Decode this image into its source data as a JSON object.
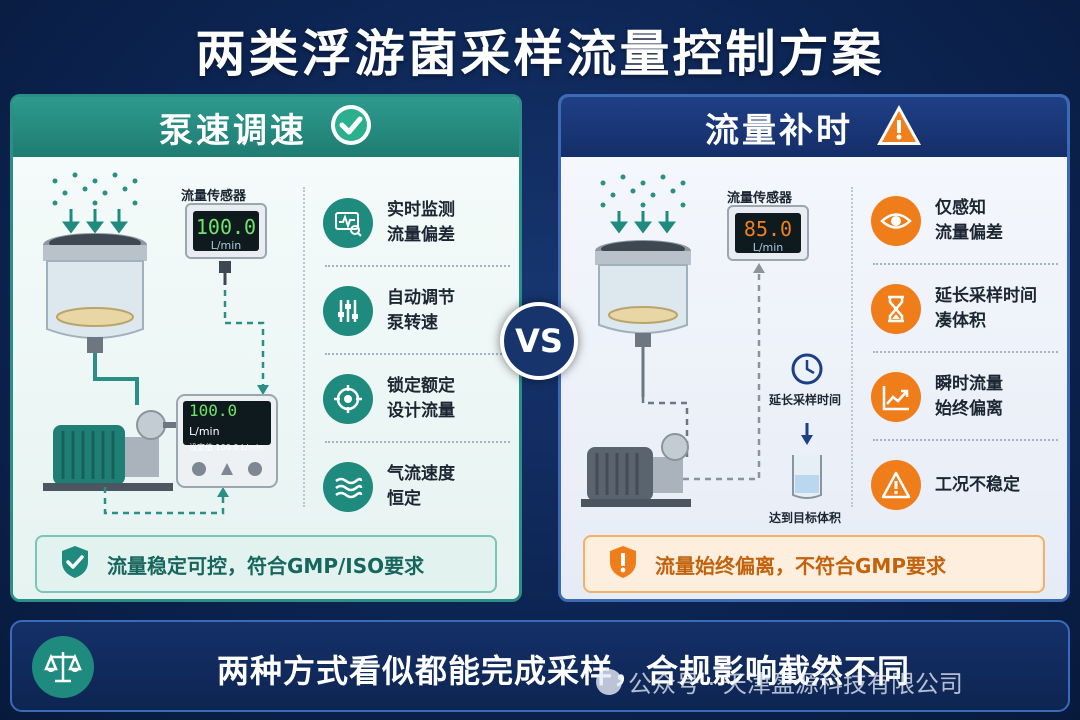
{
  "title": "两类浮游菌采样流量控制方案",
  "vs": "VS",
  "left": {
    "title": "泵速调速",
    "sensor_label": "流量传感器",
    "sensor_value": "100.0",
    "sensor_unit": "L/min",
    "controller_value": "100.0",
    "controller_unit": "L/min",
    "controller_setpoint_label": "设定值",
    "controller_setpoint_value": "100.0 L/min",
    "features": [
      {
        "icon": "monitor-chart-icon",
        "text": "实时监测\n流量偏差"
      },
      {
        "icon": "sliders-icon",
        "text": "自动调节\n泵转速"
      },
      {
        "icon": "crosshair-icon",
        "text": "锁定额定\n设计流量"
      },
      {
        "icon": "airflow-waves-icon",
        "text": "气流速度\n恒定"
      }
    ],
    "banner": "流量稳定可控，符合GMP/ISO要求",
    "accent": "#1f8a7e"
  },
  "right": {
    "title": "流量补时",
    "sensor_label": "流量传感器",
    "sensor_value": "85.0",
    "sensor_unit": "L/min",
    "time_note": "延长采样时间",
    "volume_note": "达到目标体积",
    "features": [
      {
        "icon": "eye-icon",
        "text": "仅感知\n流量偏差"
      },
      {
        "icon": "hourglass-icon",
        "text": "延长采样时间\n凑体积"
      },
      {
        "icon": "trend-up-icon",
        "text": "瞬时流量\n始终偏离"
      },
      {
        "icon": "warning-icon",
        "text": "工况不稳定"
      }
    ],
    "banner": "流量始终偏离，不符合GMP要求",
    "accent": "#ef7d1a"
  },
  "footer": {
    "text": "两种方式看似都能完成采样，合规影响截然不同",
    "watermark": "公众号 · 天津盈源科技有限公司"
  }
}
